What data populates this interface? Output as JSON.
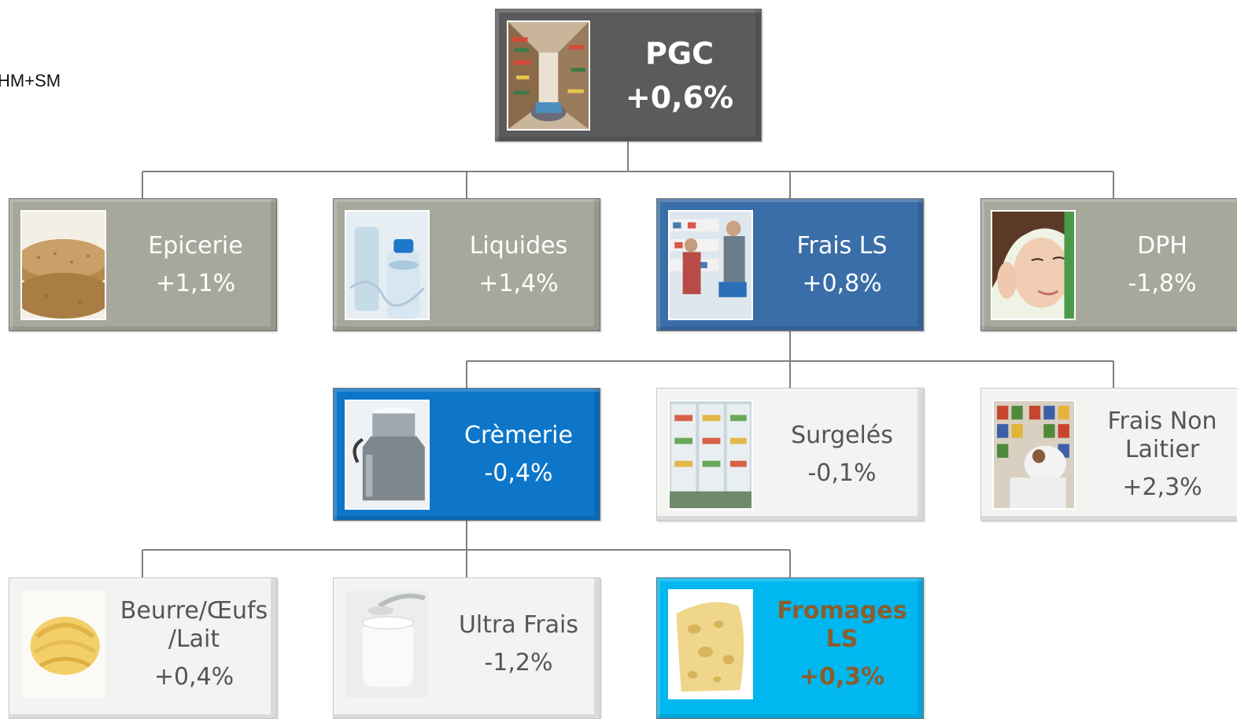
{
  "corner": {
    "line1": "HM+SM",
    "line2": ","
  },
  "root": {
    "name": "PGC",
    "value": "+0,6%",
    "image_icon": "supermarket-aisle-photo"
  },
  "level1": [
    {
      "name": "Epicerie",
      "value": "+1,1%",
      "image_icon": "grain-basket-photo"
    },
    {
      "name": "Liquides",
      "value": "+1,4%",
      "image_icon": "water-bottles-photo"
    },
    {
      "name": "Frais LS",
      "value": "+0,8%",
      "image_icon": "fresh-shelf-shoppers-photo"
    },
    {
      "name": "DPH",
      "value": "-1,8%",
      "image_icon": "woman-face-care-photo"
    }
  ],
  "level2": [
    {
      "name": "Crèmerie",
      "value": "-0,4%",
      "image_icon": "milk-can-photo"
    },
    {
      "name": "Surgelés",
      "value": "-0,1%",
      "image_icon": "freezer-aisle-photo"
    },
    {
      "name": "Frais Non Laitier",
      "value": "+2,3%",
      "image_icon": "shopper-shelf-photo"
    }
  ],
  "level3": [
    {
      "name": "Beurre/Œufs /Lait",
      "value": "+0,4%",
      "image_icon": "butter-curl-photo"
    },
    {
      "name": "Ultra Frais",
      "value": "-1,2%",
      "image_icon": "yogurt-jar-photo"
    },
    {
      "name": "Fromages LS",
      "value": "+0,3%",
      "image_icon": "swiss-cheese-photo"
    }
  ],
  "colors": {
    "connector": "#808080",
    "grey_box": "#a7a89c",
    "dark_box": "#5b5b5d",
    "blue_box": "#3a6ea8",
    "royal_box": "#0d76c8",
    "light_box": "#f3f3f1",
    "cyan_box": "#00b7f0",
    "highlight_text": "#8a5e2c"
  }
}
